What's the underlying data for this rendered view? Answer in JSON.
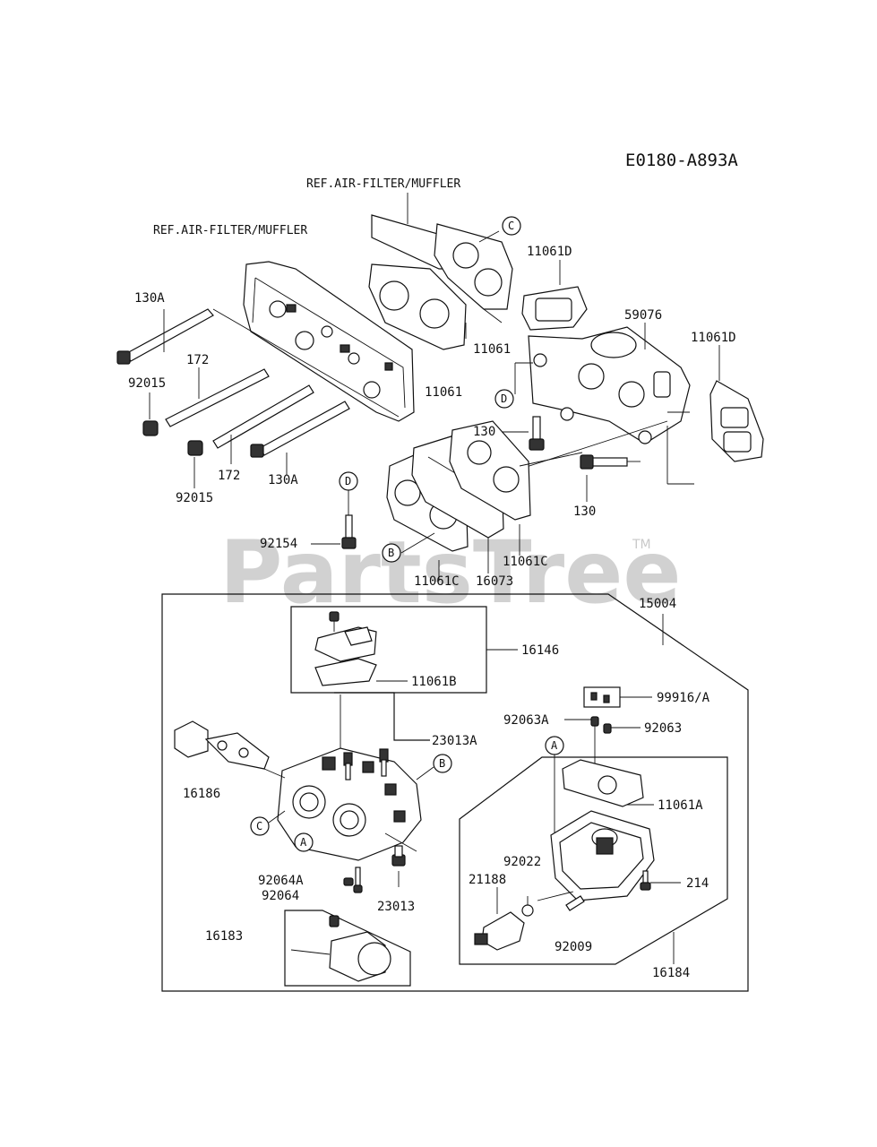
{
  "diagram_code": "E0180-A893A",
  "watermark": "PartsTree",
  "trademark": "TM",
  "references": {
    "ref_upper": "REF.AIR-FILTER/MUFFLER",
    "ref_left": "REF.AIR-FILTER/MUFFLER"
  },
  "parts": {
    "p130A_top": "130A",
    "p130A_bottom": "130A",
    "p92015_top": "92015",
    "p92015_bottom": "92015",
    "p172_top": "172",
    "p172_bottom": "172",
    "p11061_upper": "11061",
    "p11061_lower": "11061",
    "p11061D_top": "11061D",
    "p11061D_right": "11061D",
    "p59076": "59076",
    "p130_mid": "130",
    "p130_right": "130",
    "p92154": "92154",
    "p11061C_right": "11061C",
    "p11061C_left": "11061C",
    "p16073": "16073",
    "p15004": "15004",
    "p16146": "16146",
    "p11061B": "11061B",
    "p23013A": "23013A",
    "p16186": "16186",
    "p92064A": "92064A",
    "p92064": "92064",
    "p23013": "23013",
    "p16183": "16183",
    "p99916A": "99916/A",
    "p92063A": "92063A",
    "p92063": "92063",
    "p11061A": "11061A",
    "p92022": "92022",
    "p21188": "21188",
    "p214": "214",
    "p92009": "92009",
    "p16184": "16184"
  },
  "callouts": {
    "c_top": "C",
    "d_mid": "D",
    "d_stud": "D",
    "b_gasket": "B",
    "b_carb": "B",
    "c_carb": "C",
    "a_carb": "A",
    "a_bowl": "A"
  }
}
